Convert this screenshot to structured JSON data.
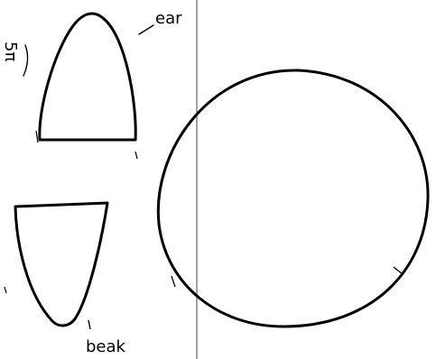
{
  "labels": {
    "ear": "ear",
    "beak": "beak",
    "page_mark": "5π"
  }
}
